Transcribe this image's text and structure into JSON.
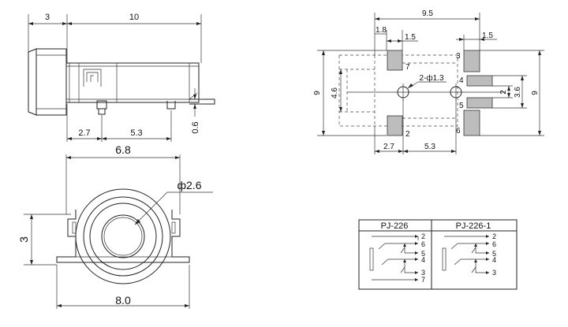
{
  "side_view": {
    "dim_top_left": "3",
    "dim_top_right": "10",
    "dim_bottom_left": "2.7",
    "dim_bottom_right": "5.3",
    "dim_right": "0.6"
  },
  "front_view": {
    "dim_width_top": "6.8",
    "dim_diameter": "ф2.6",
    "dim_height": "3",
    "dim_width_bottom": "8.0"
  },
  "footprint": {
    "dim_top": "9.5",
    "dim_left_small": "1.8",
    "dim_pad_width_left": "1.5",
    "dim_pad_width_right": "1.5",
    "dim_height_outer_left": "9",
    "dim_height_inner_left": "4.6",
    "dim_hole": "2-ф1.3",
    "dim_inner_right": "2",
    "dim_mid_right": "3.6",
    "dim_height_outer_right": "9",
    "dim_bottom_left": "2.7",
    "dim_bottom_right": "5.3",
    "pin_labels": [
      "7",
      "3",
      "4",
      "5",
      "2",
      "6"
    ]
  },
  "schematic": {
    "left_title": "PJ-226",
    "right_title": "PJ-226-1",
    "left_pins": [
      "2",
      "6",
      "5",
      "4",
      "3",
      "7"
    ],
    "right_pins": [
      "2",
      "6",
      "5",
      "4",
      "3"
    ]
  }
}
